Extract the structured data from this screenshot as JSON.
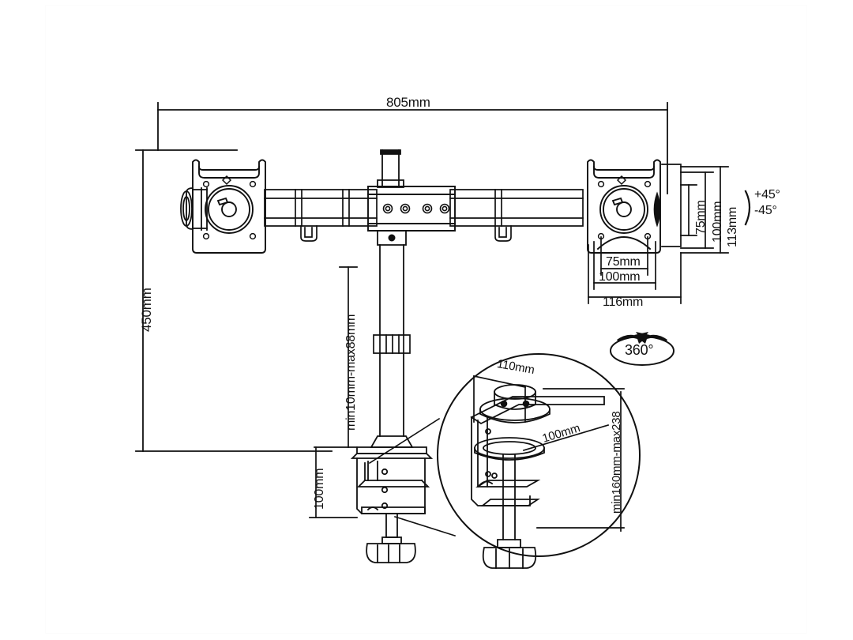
{
  "drawing": {
    "title": "dual-monitor-desk-mount-dimension-drawing",
    "ink_color": "#111111",
    "background_color": "#ffffff"
  },
  "dimensions": {
    "overall_width": "805mm",
    "overall_height": "450mm",
    "clamp_thickness_range": "min10mm-max88mm",
    "pole_clearance": "100mm",
    "vesa_vertical_75": "75mm",
    "vesa_vertical_100": "100mm",
    "plate_height": "113mm",
    "vesa_horizontal_75": "75mm",
    "vesa_horizontal_100": "100mm",
    "plate_width": "116mm"
  },
  "inset": {
    "clamp_depth": "110mm",
    "clamp_diagonal": "100mm",
    "pole_height_range": "min160mm-max238"
  },
  "motion": {
    "tilt_up": "+45°",
    "tilt_down": "-45°",
    "rotation": "360°"
  }
}
